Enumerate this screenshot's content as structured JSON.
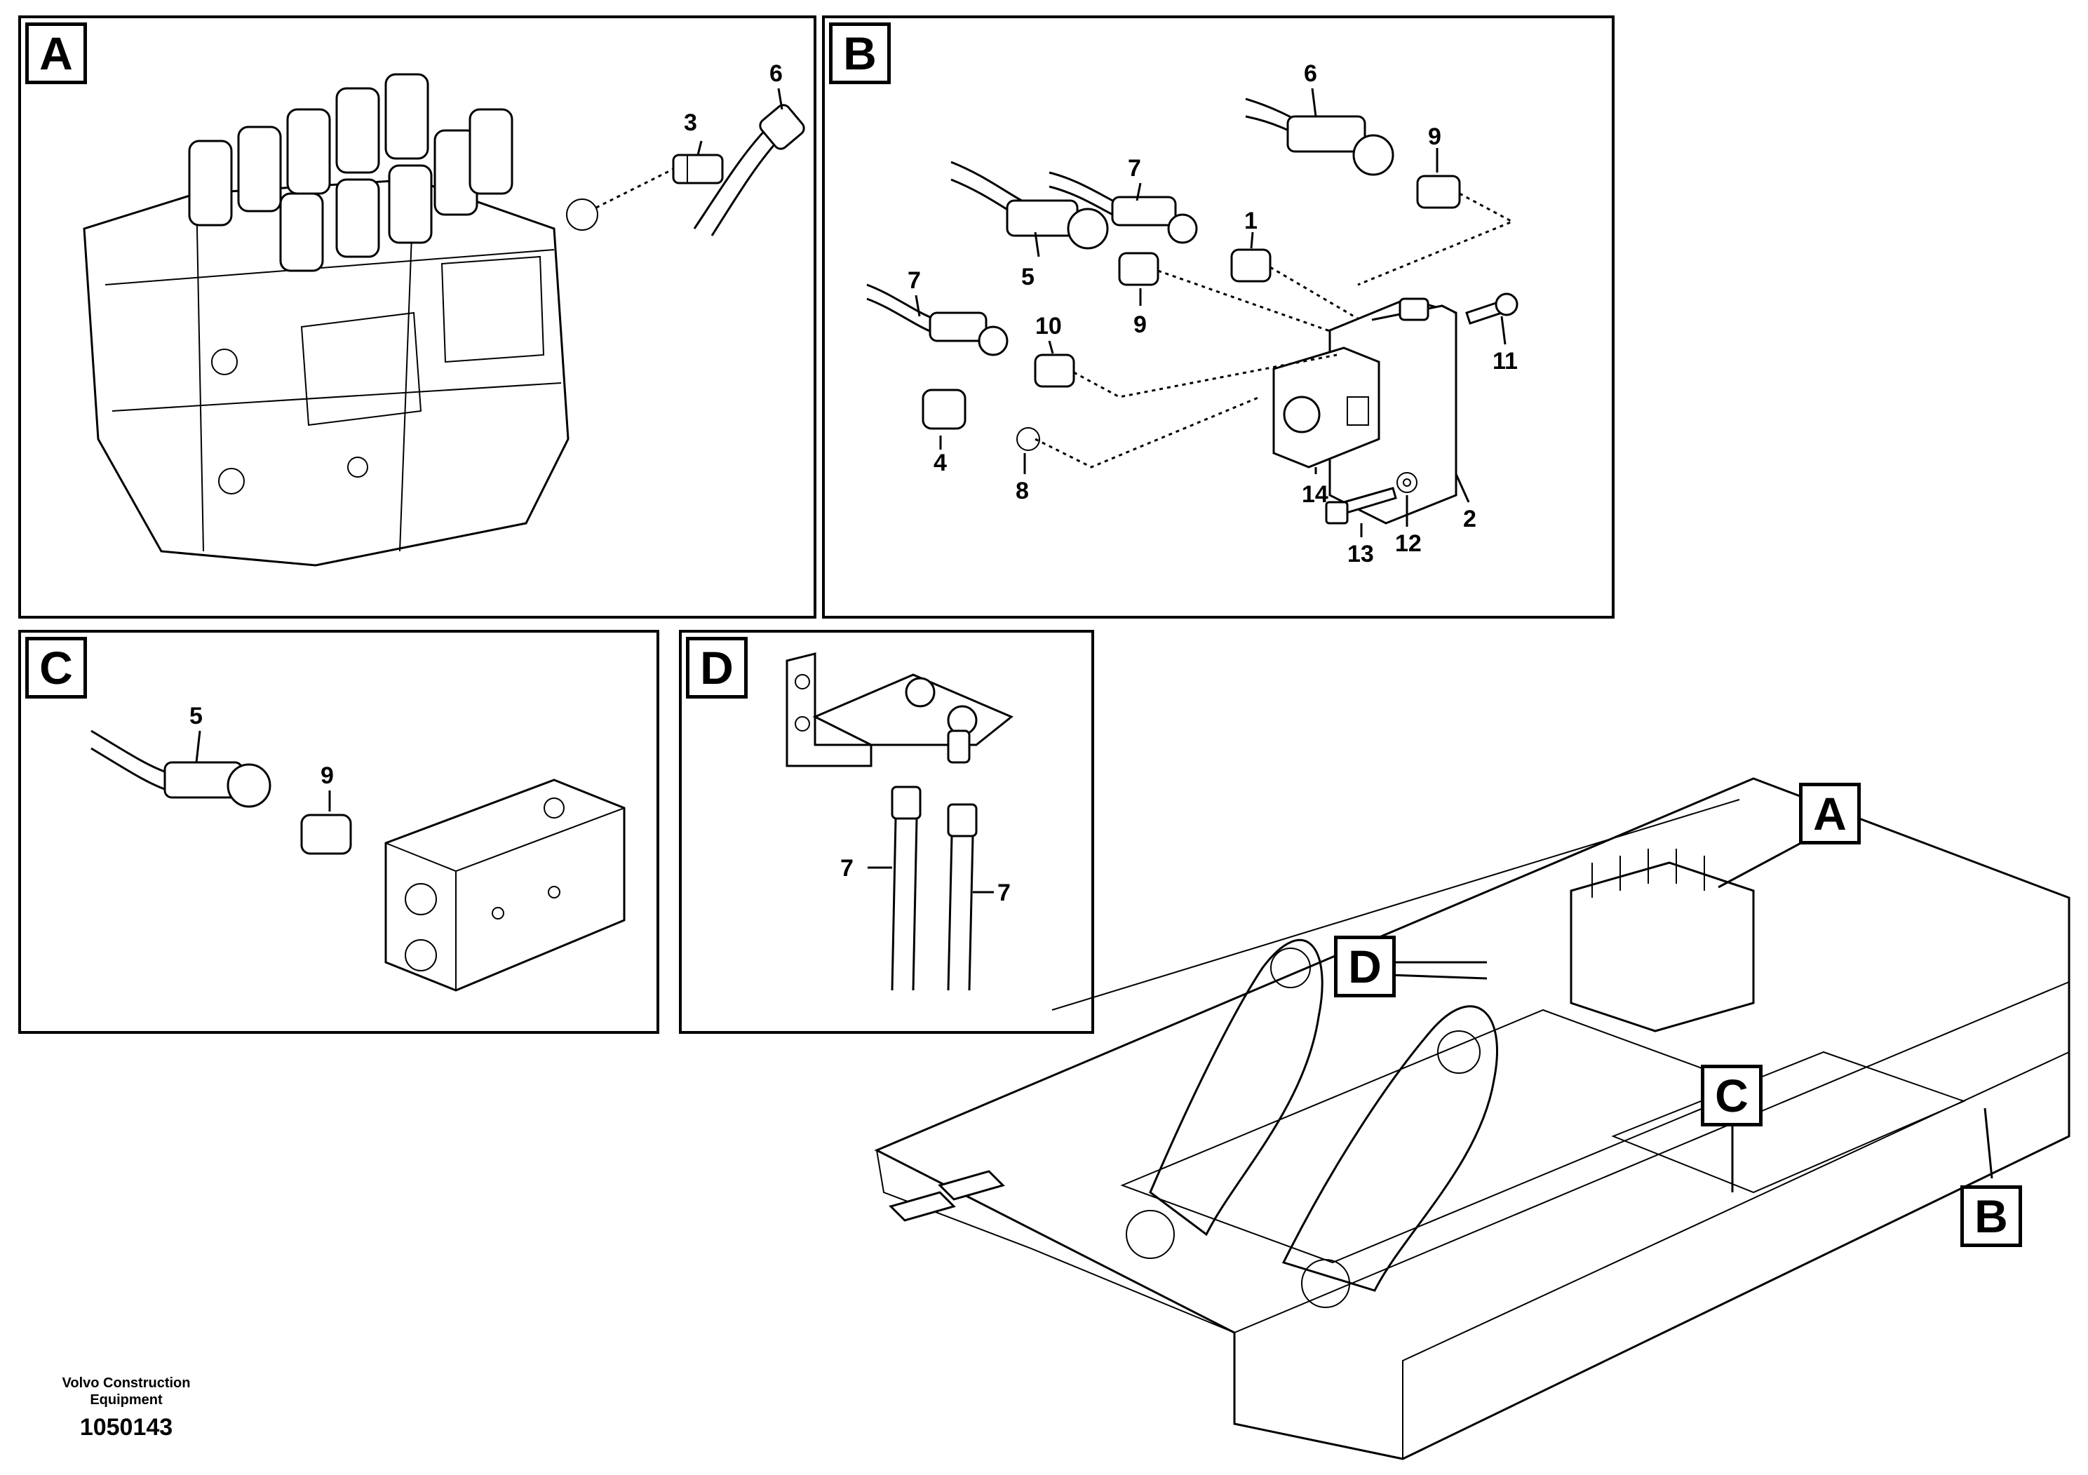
{
  "panels": {
    "a": {
      "tag": "A",
      "labels": {
        "p3": "3",
        "p6": "6"
      }
    },
    "b": {
      "tag": "B",
      "labels": {
        "p6": "6",
        "p9a": "9",
        "p7a": "7",
        "p1": "1",
        "p5": "5",
        "p9b": "9",
        "p7b": "7",
        "p10": "10",
        "p11": "11",
        "p4": "4",
        "p8": "8",
        "p14": "14",
        "p2": "2",
        "p13": "13",
        "p12": "12"
      }
    },
    "c": {
      "tag": "C",
      "labels": {
        "p5": "5",
        "p9": "9"
      }
    },
    "d": {
      "tag": "D",
      "labels": {
        "p7a": "7",
        "p7b": "7"
      }
    }
  },
  "overview": {
    "callouts": {
      "a": "A",
      "b": "B",
      "c": "C",
      "d": "D"
    }
  },
  "footer": {
    "company_line1": "Volvo Construction",
    "company_line2": "Equipment",
    "drawing_number": "1050143"
  }
}
